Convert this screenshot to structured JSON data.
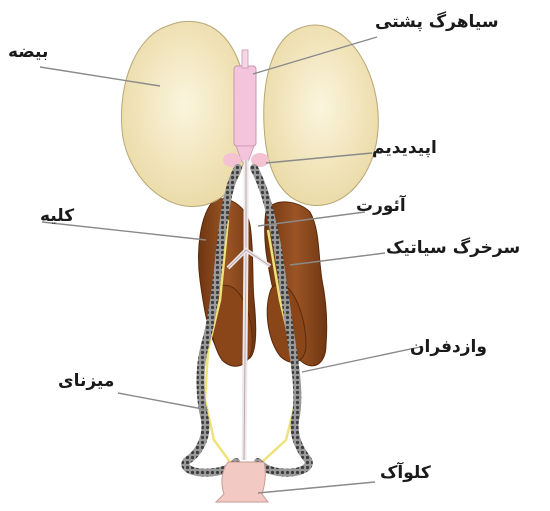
{
  "labels": {
    "testis": "بیضه",
    "dorsal_vein": "سیاهرگ پشتی",
    "epididymis": "اپیدیدیم",
    "aorta": "آئورت",
    "kidney": "کلیه",
    "sciatic_vein": "سرخرگ سیاتیک",
    "vas_deferens": "وازدفران",
    "ureter": "میزنای",
    "cloaca": "کلوآک"
  },
  "colors": {
    "testis_fill": "#f4ebc4",
    "kidney_fill": "#8e4a1d",
    "vessel_pink": "#f3c4dc",
    "duct_grey": "#6e6e6e",
    "ureter_yellow": "#efe27a",
    "cloaca_pink": "#f3c9c4",
    "pointer_line": "#8a8a8a"
  }
}
